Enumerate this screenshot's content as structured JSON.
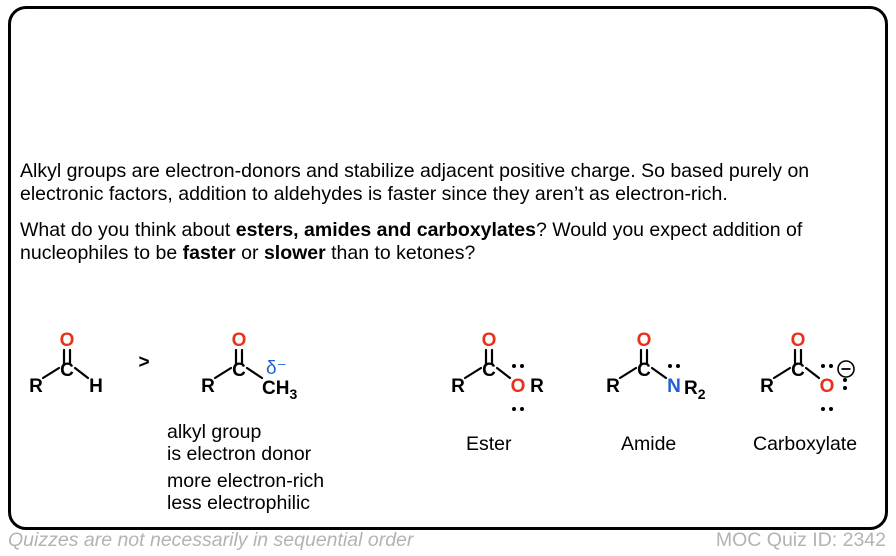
{
  "paragraph1": "Alkyl groups are electron-donors and stabilize adjacent positive charge. So based purely on electronic factors, addition to aldehydes is faster since they aren’t as electron-rich.",
  "paragraph2": {
    "part1": "What do you think about ",
    "bold1": "esters, amides and carboxylates",
    "part2": "? Would you expect addition of nucleophiles to be ",
    "bold2": "faster",
    "part3": " or ",
    "bold3": "slower",
    "part4": " than to ketones?"
  },
  "structures": {
    "atom_O": "O",
    "atom_C": "C",
    "atom_R": "R",
    "atom_H": "H",
    "atom_N": "N",
    "ch3_main": "CH",
    "ch3_sub": "3",
    "r2_main": "R",
    "r2_sub": "2",
    "greater_than": ">",
    "delta_minus": "δ⁻",
    "lone_pair": "••",
    "minus_charge": "⊖"
  },
  "captions": {
    "ketone_line1": "alkyl group",
    "ketone_line2": "is electron donor",
    "ketone_line3": "more electron-rich",
    "ketone_line4": "less electrophilic",
    "ester": "Ester",
    "amide": "Amide",
    "carboxylate": "Carboxylate"
  },
  "colors": {
    "oxygen": "#e8321a",
    "nitrogen": "#1f5fd6",
    "delta": "#1f5fd6",
    "footer": "#b3b3b3"
  },
  "footer": {
    "left": "Quizzes are not necessarily in sequential order",
    "right": "MOC Quiz ID: 2342"
  }
}
